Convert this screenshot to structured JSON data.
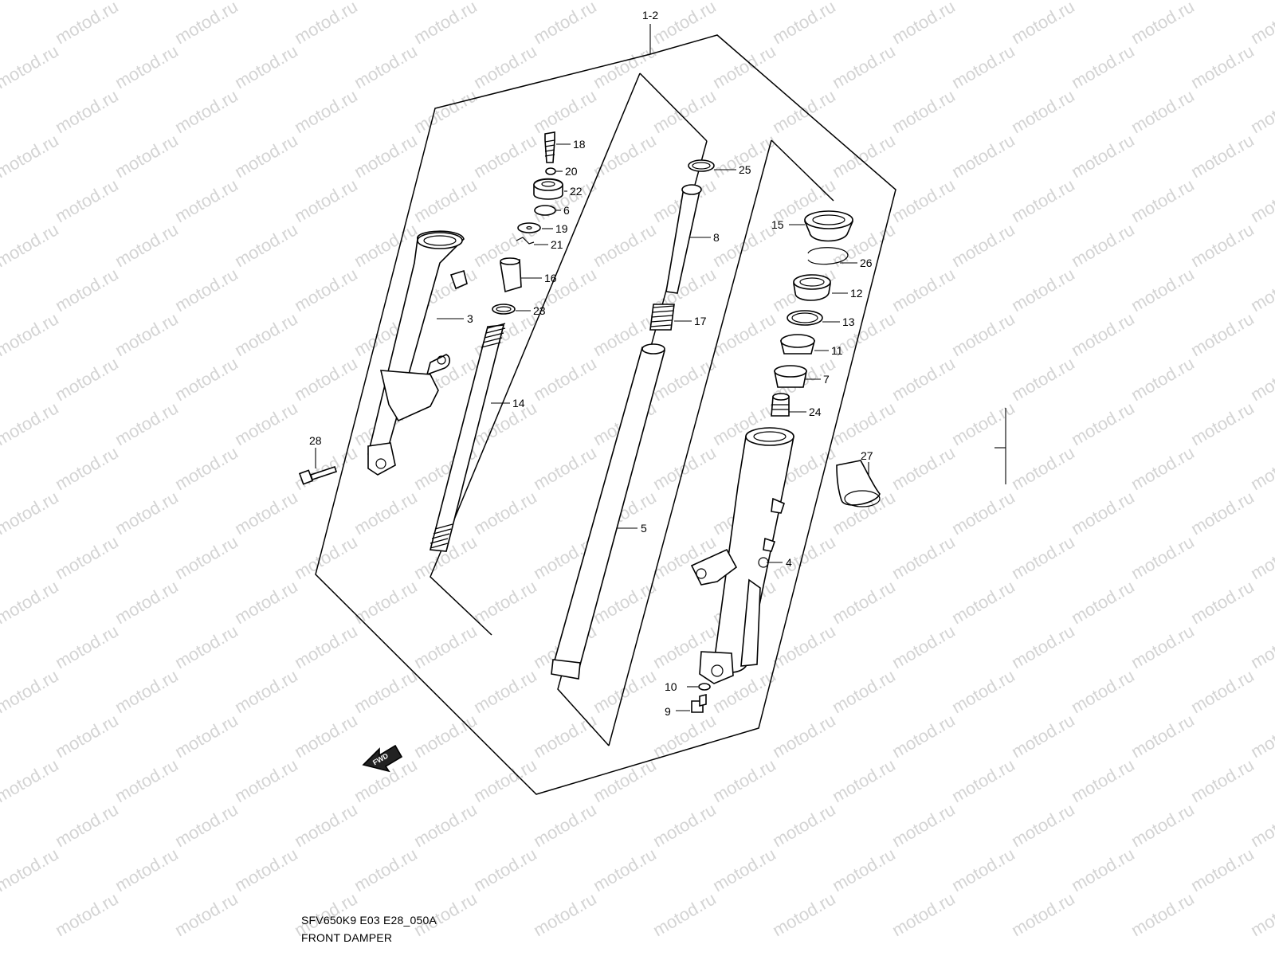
{
  "watermark": {
    "text": "motod.ru",
    "color": "#d4d4d4"
  },
  "diagram": {
    "assembly_label": "1-2",
    "parts": [
      {
        "id": "p3",
        "label": "3"
      },
      {
        "id": "p4",
        "label": "4"
      },
      {
        "id": "p5",
        "label": "5"
      },
      {
        "id": "p6",
        "label": "6"
      },
      {
        "id": "p7",
        "label": "7"
      },
      {
        "id": "p8",
        "label": "8"
      },
      {
        "id": "p9",
        "label": "9"
      },
      {
        "id": "p10",
        "label": "10"
      },
      {
        "id": "p11",
        "label": "11"
      },
      {
        "id": "p12",
        "label": "12"
      },
      {
        "id": "p13",
        "label": "13"
      },
      {
        "id": "p14",
        "label": "14"
      },
      {
        "id": "p15",
        "label": "15"
      },
      {
        "id": "p16",
        "label": "16"
      },
      {
        "id": "p17",
        "label": "17"
      },
      {
        "id": "p18",
        "label": "18"
      },
      {
        "id": "p19",
        "label": "19"
      },
      {
        "id": "p20",
        "label": "20"
      },
      {
        "id": "p21",
        "label": "21"
      },
      {
        "id": "p22",
        "label": "22"
      },
      {
        "id": "p23",
        "label": "23"
      },
      {
        "id": "p24",
        "label": "24"
      },
      {
        "id": "p25",
        "label": "25"
      },
      {
        "id": "p26",
        "label": "26"
      },
      {
        "id": "p27",
        "label": "27"
      },
      {
        "id": "p28",
        "label": "28"
      }
    ],
    "fwd_arrow_text": "FWD"
  },
  "caption": {
    "code": "SFV650K9 E03 E28_050A",
    "title": "FRONT DAMPER"
  }
}
